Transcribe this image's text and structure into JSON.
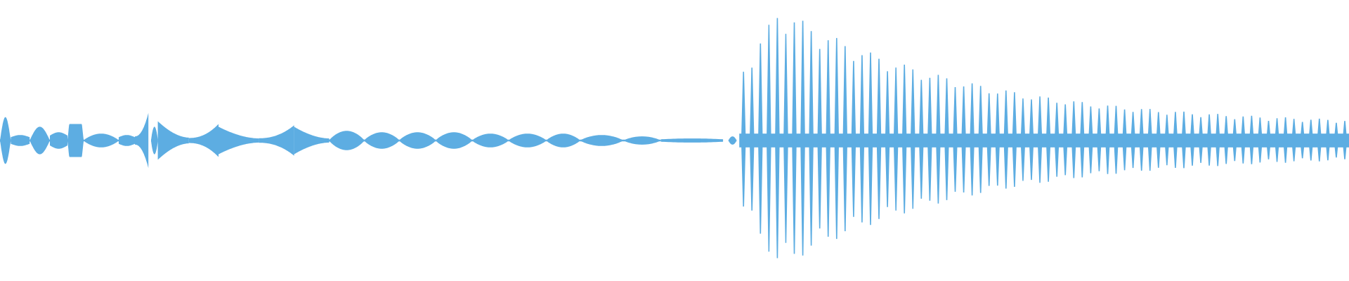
{
  "waveform": {
    "color": "#5dade2",
    "background": "#ffffff",
    "intro": [
      {
        "start": 0.0,
        "end": 0.008,
        "amp": 0.17,
        "shape": "swell"
      },
      {
        "start": 0.008,
        "end": 0.022,
        "amp": 0.04,
        "shape": "flat"
      },
      {
        "start": 0.022,
        "end": 0.037,
        "amp": 0.1,
        "shape": "swell"
      },
      {
        "start": 0.037,
        "end": 0.05,
        "amp": 0.06,
        "shape": "flat"
      },
      {
        "start": 0.05,
        "end": 0.062,
        "amp": 0.12,
        "shape": "block"
      },
      {
        "start": 0.062,
        "end": 0.088,
        "amp": 0.05,
        "shape": "lens"
      },
      {
        "start": 0.088,
        "end": 0.1,
        "amp": 0.04,
        "shape": "flat"
      },
      {
        "start": 0.1,
        "end": 0.11,
        "amp": 0.2,
        "shape": "rise"
      },
      {
        "start": 0.112,
        "end": 0.117,
        "amp": 0.1,
        "shape": "lens"
      },
      {
        "start": 0.117,
        "end": 0.14,
        "amp": 0.14,
        "shape": "decay"
      },
      {
        "start": 0.14,
        "end": 0.162,
        "amp": 0.12,
        "shape": "rise"
      },
      {
        "start": 0.162,
        "end": 0.192,
        "amp": 0.1,
        "shape": "decay"
      },
      {
        "start": 0.192,
        "end": 0.218,
        "amp": 0.11,
        "shape": "rise"
      },
      {
        "start": 0.218,
        "end": 0.244,
        "amp": 0.1,
        "shape": "decay"
      },
      {
        "start": 0.244,
        "end": 0.27,
        "amp": 0.07,
        "shape": "lens"
      },
      {
        "start": 0.27,
        "end": 0.296,
        "amp": 0.06,
        "shape": "lens"
      },
      {
        "start": 0.296,
        "end": 0.323,
        "amp": 0.06,
        "shape": "lens"
      },
      {
        "start": 0.323,
        "end": 0.35,
        "amp": 0.06,
        "shape": "lens"
      },
      {
        "start": 0.35,
        "end": 0.377,
        "amp": 0.05,
        "shape": "lens"
      },
      {
        "start": 0.377,
        "end": 0.405,
        "amp": 0.05,
        "shape": "lens"
      },
      {
        "start": 0.405,
        "end": 0.43,
        "amp": 0.05,
        "shape": "lens"
      },
      {
        "start": 0.43,
        "end": 0.462,
        "amp": 0.04,
        "shape": "lens"
      },
      {
        "start": 0.462,
        "end": 0.49,
        "amp": 0.03,
        "shape": "lens"
      },
      {
        "start": 0.49,
        "end": 0.536,
        "amp": 0.015,
        "shape": "flat"
      },
      {
        "start": 0.54,
        "end": 0.546,
        "amp": 0.03,
        "shape": "lens"
      }
    ],
    "burst": {
      "start": 0.548,
      "end": 1.0,
      "cycles": 72,
      "peak_amp": 0.97,
      "final_amp": 0.11,
      "baseline_amp": 0.05
    }
  }
}
